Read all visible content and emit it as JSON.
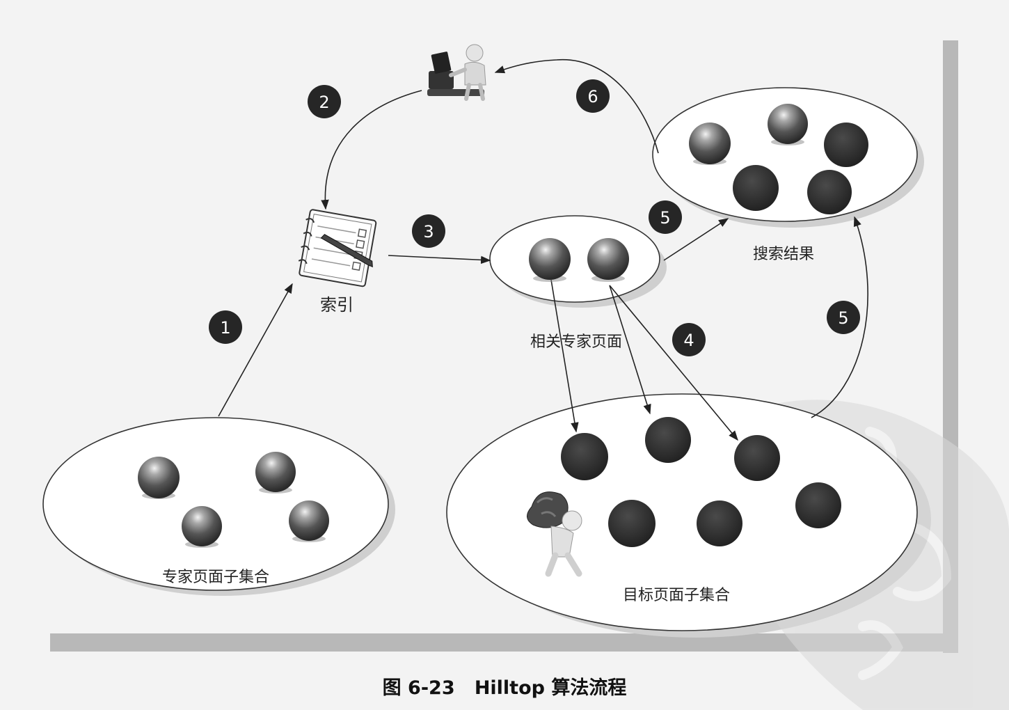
{
  "diagram": {
    "nodes": {
      "user": {
        "icon": "user-at-computer-icon"
      },
      "index": {
        "label": "索引",
        "icon": "notebook-pen-icon"
      },
      "related_experts": {
        "label": "相关专家页面"
      },
      "search_results": {
        "label": "搜索结果"
      },
      "expert_subset": {
        "label": "专家页面子集合"
      },
      "target_subset": {
        "label": "目标页面子集合",
        "icon": "person-carrying-load-icon"
      }
    },
    "steps": [
      {
        "number": "1",
        "from": "expert_subset",
        "to": "index"
      },
      {
        "number": "2",
        "from": "user",
        "to": "index"
      },
      {
        "number": "3",
        "from": "index",
        "to": "related_experts"
      },
      {
        "number": "4",
        "from": "related_experts",
        "to": "target_subset"
      },
      {
        "number": "5",
        "from": "related_experts",
        "to": "search_results"
      },
      {
        "number": "5",
        "from": "target_subset",
        "to": "search_results"
      },
      {
        "number": "6",
        "from": "search_results",
        "to": "user"
      }
    ]
  },
  "caption": {
    "figure_number": "图 6-23",
    "title": "Hilltop 算法流程"
  },
  "colors": {
    "background": "#f3f3f3",
    "ellipse_fill": "#ffffff",
    "ellipse_stroke": "#333333",
    "step_badge": "#262626",
    "sphere_glossy": "#5a5a5a",
    "sphere_dark": "#2a2a2a",
    "frame_shadow": "#b5b5b5"
  }
}
